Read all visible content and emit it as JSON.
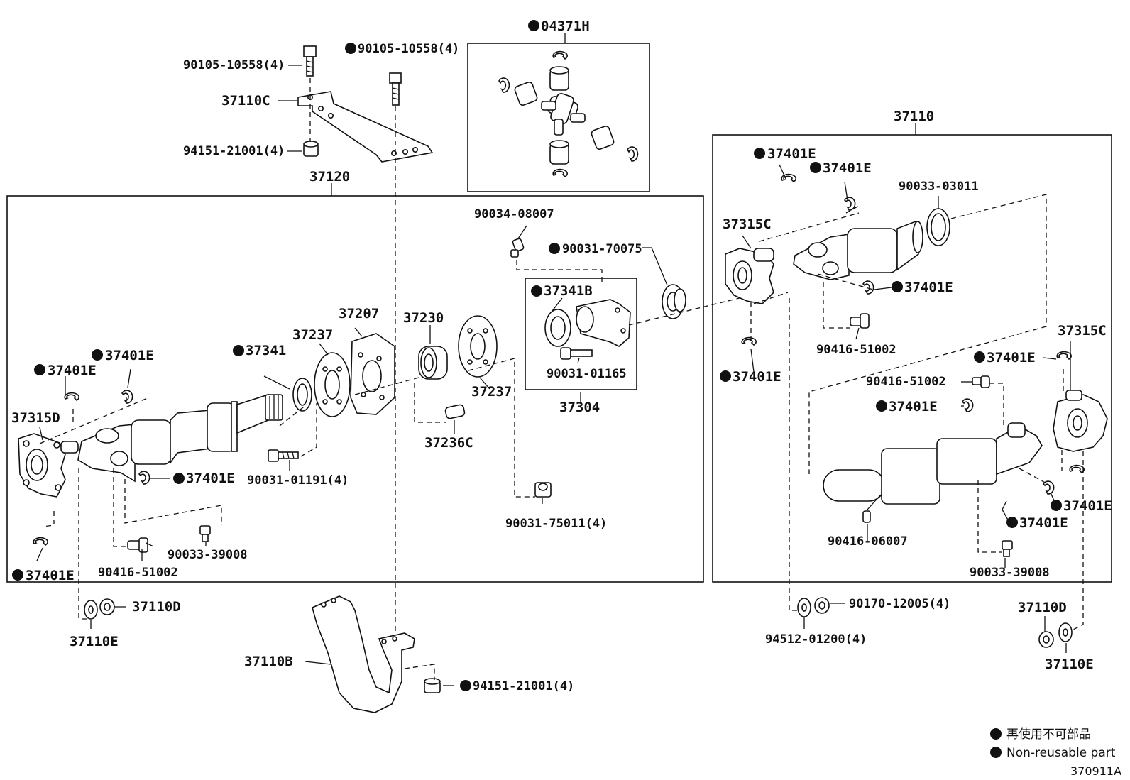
{
  "mark": "●",
  "callouts": {
    "p04371H": "04371H",
    "p90105_bolt_top": "90105-10558(4)",
    "p90105_bolt": "90105-10558(4)",
    "p37110C": "37110C",
    "p94151_top": "94151-21001(4)",
    "p37120": "37120",
    "p37110": "37110",
    "p90034": "90034-08007",
    "p90031_70075": "90031-70075",
    "p37341B": "37341B",
    "p90031_01165": "90031-01165",
    "p37304": "37304",
    "p37207": "37207",
    "p37230": "37230",
    "p37237_a": "37237",
    "p37237_b": "37237",
    "p37341": "37341",
    "p37236C": "37236C",
    "p90031_01191": "90031-01191(4)",
    "p90031_75011": "90031-75011(4)",
    "p37315D": "37315D",
    "p37401E_l1": "37401E",
    "p37401E_l2": "37401E",
    "p37401E_l3": "37401E",
    "p37401E_l4": "37401E",
    "p90416_l": "90416-51002",
    "p90033_l": "90033-39008",
    "p37110D_l": "37110D",
    "p37110E_l": "37110E",
    "p37110B": "37110B",
    "p94151_bottom": "94151-21001(4)",
    "p37401E_r1": "37401E",
    "p37401E_r2": "37401E",
    "p37401E_r3": "37401E",
    "p37401E_r4": "37401E",
    "p37401E_r5": "37401E",
    "p37401E_r6": "37401E",
    "p37401E_r7": "37401E",
    "p37401E_r8": "37401E",
    "p37315C_a": "37315C",
    "p37315C_b": "37315C",
    "p90033_03011": "90033-03011",
    "p90416_r1": "90416-51002",
    "p90416_r2": "90416-51002",
    "p90416_06007": "90416-06007",
    "p90033_r": "90033-39008",
    "p90170": "90170-12005(4)",
    "p94512": "94512-01200(4)",
    "p37110D_r": "37110D",
    "p37110E_r": "37110E"
  },
  "legend": {
    "japanese": "再使用不可部品",
    "english": "Non-reusable part"
  },
  "figure_code": "370911A"
}
